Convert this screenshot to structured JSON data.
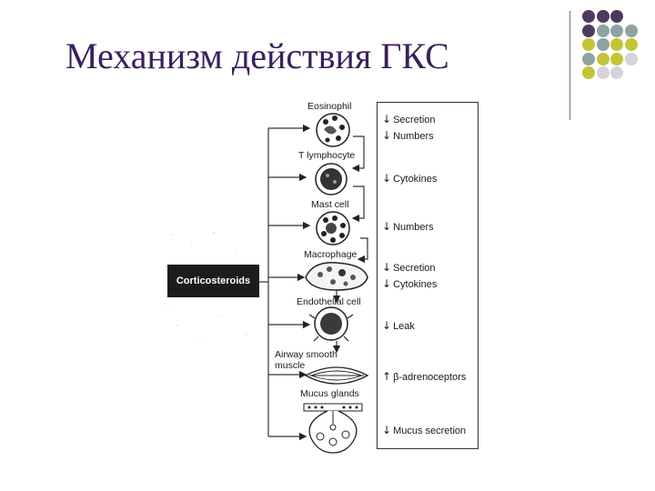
{
  "slide": {
    "title": "Механизм действия ГКС"
  },
  "decoration": {
    "dot_colors": {
      "purple": "#4e3a5e",
      "teal": "#8ea3a2",
      "olive": "#c4c43a",
      "gray": "#d3d3d8"
    },
    "dot_grid": [
      [
        "purple",
        "purple",
        "purple"
      ],
      [
        "purple",
        "teal",
        "teal",
        "teal"
      ],
      [
        "olive",
        "teal",
        "olive",
        "olive"
      ],
      [
        "teal",
        "olive",
        "olive",
        "gray"
      ],
      [
        "olive",
        "gray",
        "gray"
      ]
    ]
  },
  "diagram": {
    "source_label": "Corticosteroids",
    "cells": [
      {
        "id": "eosinophil",
        "label": "Eosinophil"
      },
      {
        "id": "t-lymphocyte",
        "label": "T lymphocyte"
      },
      {
        "id": "mast-cell",
        "label": "Mast cell"
      },
      {
        "id": "macrophage",
        "label": "Macrophage"
      },
      {
        "id": "endothelial-cell",
        "label": "Endothelial cell"
      },
      {
        "id": "airway-smooth-muscle",
        "label_line1": "Airway smooth",
        "label_line2": "muscle"
      },
      {
        "id": "mucus-glands",
        "label": "Mucus glands"
      }
    ],
    "effects": [
      {
        "arrow": "↓",
        "text": "Secretion"
      },
      {
        "arrow": "↓",
        "text": "Numbers"
      },
      {
        "arrow": "↓",
        "text": "Cytokines"
      },
      {
        "arrow": "↓",
        "text": "Numbers"
      },
      {
        "arrow": "↓",
        "text": "Secretion"
      },
      {
        "arrow": "↓",
        "text": "Cytokines"
      },
      {
        "arrow": "↓",
        "text": "Leak"
      },
      {
        "arrow": "↑",
        "text": "β-adrenoceptors"
      },
      {
        "arrow": "↓",
        "text": "Mucus secretion"
      }
    ]
  }
}
